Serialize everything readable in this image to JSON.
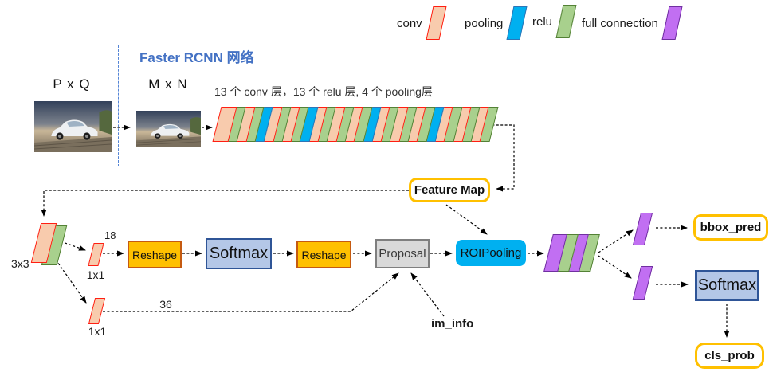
{
  "title": "Faster RCNN 网络",
  "legend": {
    "items": [
      {
        "label": "conv",
        "type": "conv"
      },
      {
        "label": "pooling",
        "type": "pooling"
      },
      {
        "label": "relu",
        "type": "relu"
      },
      {
        "label": "full connection",
        "type": "fc"
      }
    ]
  },
  "colors": {
    "title": "#4472C4",
    "outline_box_border": "#FFC000",
    "conv": {
      "fill": "#F8CBAD",
      "border": "#FF1E12"
    },
    "pooling": {
      "fill": "#00B0F0",
      "border": "#2E75B6"
    },
    "relu": {
      "fill": "#A8D08D",
      "border": "#538135"
    },
    "fc": {
      "fill": "#C16FF2",
      "border": "#7030A0"
    },
    "reshape": {
      "fill": "#FFC000",
      "border": "#C55A11"
    },
    "softmax": {
      "fill": "#B4C7E7",
      "border": "#2F5597"
    },
    "proposal": {
      "fill": "#D9D9D9",
      "border": "#7F7F7F"
    }
  },
  "inputs": {
    "original_label": "P x Q",
    "resized_label": "M x N"
  },
  "backbone": {
    "caption": "13 个 conv 层，13 个 relu 层, 4 个 pooling层",
    "sequence": [
      "conv",
      "relu",
      "conv",
      "relu",
      "pooling",
      "conv",
      "relu",
      "conv",
      "relu",
      "pooling",
      "conv",
      "relu",
      "conv",
      "relu",
      "conv",
      "relu",
      "pooling",
      "conv",
      "relu",
      "conv",
      "relu",
      "conv",
      "relu",
      "pooling",
      "conv",
      "relu",
      "conv",
      "relu",
      "conv",
      "relu"
    ]
  },
  "feature_map_label": "Feature Map",
  "rpn": {
    "conv3x3_label": "3x3",
    "conv1x1_top_label": "1x1",
    "conv1x1_bottom_label": "1x1",
    "channels_cls": "18",
    "channels_reg": "36",
    "reshape1_label": "Reshape",
    "softmax_label": "Softmax",
    "reshape2_label": "Reshape",
    "proposal_label": "Proposal",
    "im_info_label": "im_info"
  },
  "head": {
    "roipooling_label": "ROIPooling",
    "fc_sequence": [
      "fc",
      "relu",
      "fc",
      "relu"
    ],
    "bbox_pred_label": "bbox_pred",
    "softmax_label": "Softmax",
    "cls_prob_label": "cls_prob"
  }
}
